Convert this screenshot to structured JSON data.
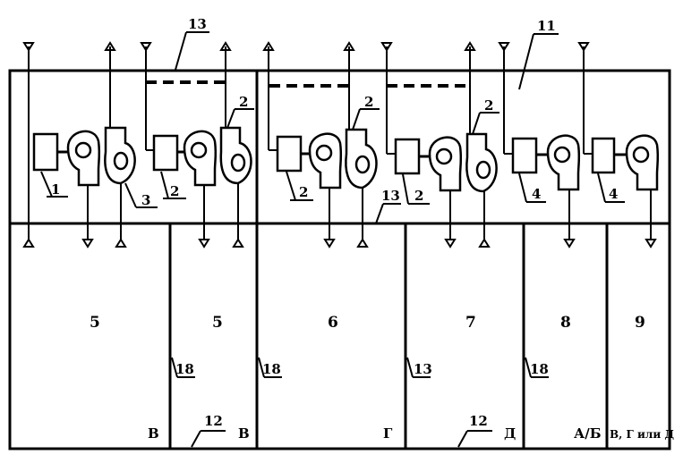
{
  "units": [
    {
      "id": "u1",
      "label": "1",
      "type": "motor-fan"
    },
    {
      "id": "u2",
      "label": "3",
      "type": "fan"
    },
    {
      "id": "u3",
      "label": "2",
      "type": "motor-fan"
    },
    {
      "id": "u4",
      "label": "2",
      "type": "fan"
    },
    {
      "id": "u5",
      "label": "2",
      "type": "motor-fan"
    },
    {
      "id": "u6",
      "label": "2",
      "type": "fan"
    },
    {
      "id": "u7",
      "label": "2",
      "type": "motor-fan"
    },
    {
      "id": "u8",
      "label": "2",
      "type": "fan"
    },
    {
      "id": "u9",
      "label": "4",
      "type": "motor-fan"
    },
    {
      "id": "u10",
      "label": "4",
      "type": "motor-fan"
    }
  ],
  "callouts": {
    "top_13": "13",
    "top_11": "11",
    "mid_13": "13"
  },
  "rooms": [
    {
      "number": "5",
      "category": "В",
      "wall_label": "18"
    },
    {
      "number": "5",
      "category": "В",
      "wall_label": "18"
    },
    {
      "number": "6",
      "category": "Г",
      "wall_label": "13"
    },
    {
      "number": "7",
      "category": "Д",
      "wall_label": "18"
    },
    {
      "number": "8",
      "category": "А/Б",
      "wall_label": ""
    },
    {
      "number": "9",
      "category": "В, Г или Д",
      "wall_label": ""
    }
  ],
  "bottom_labels": [
    "12",
    "12"
  ]
}
